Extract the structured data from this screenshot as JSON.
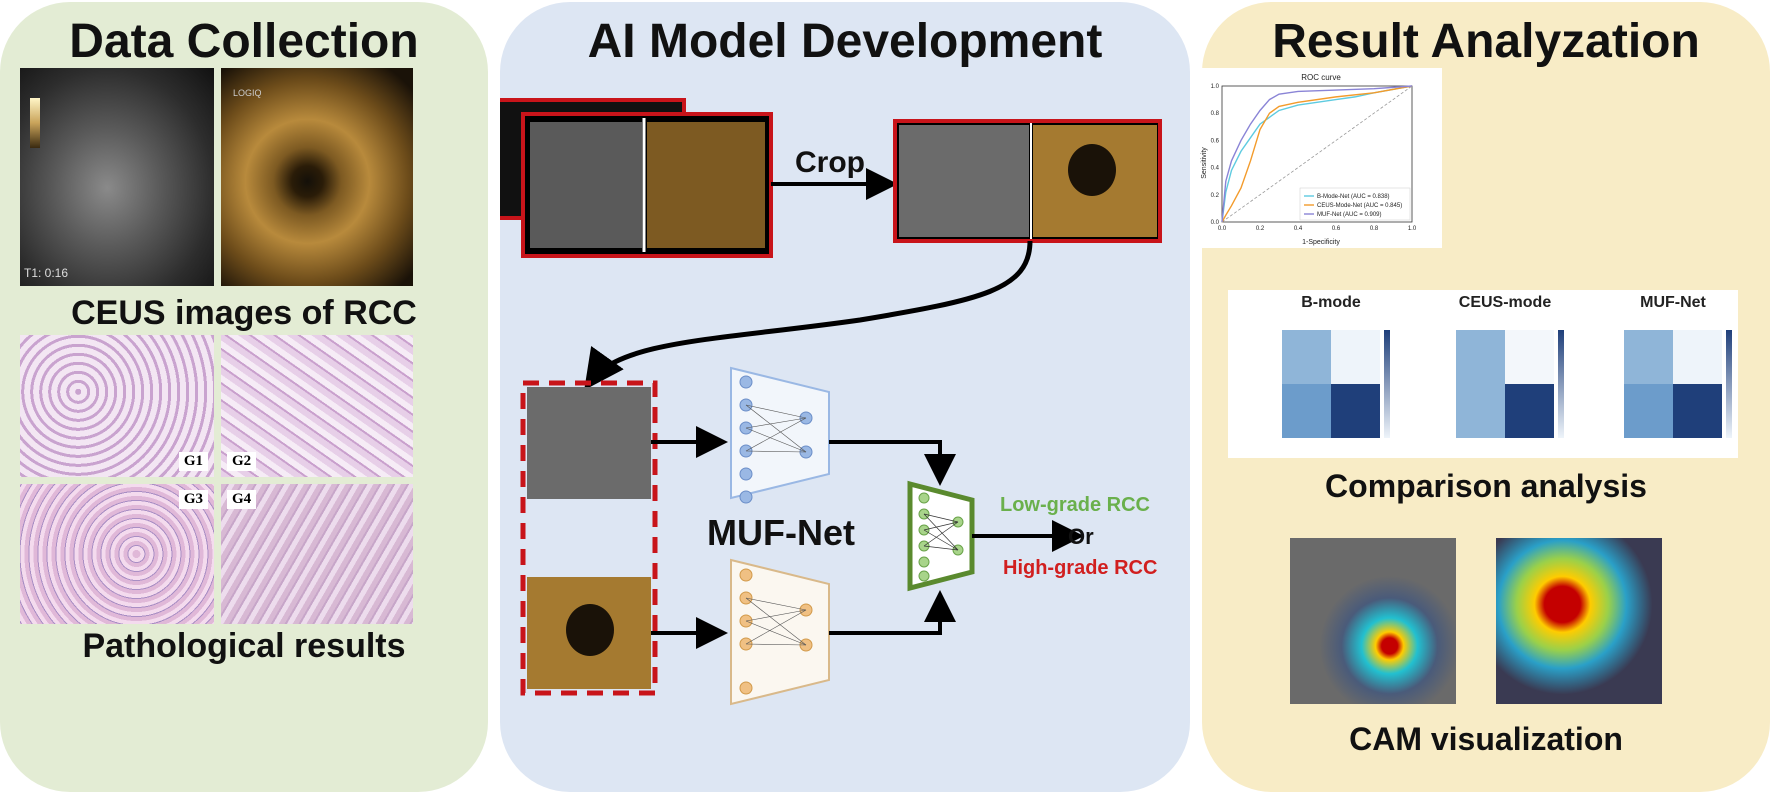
{
  "panels": {
    "data_collection": {
      "title": "Data Collection",
      "ceus_caption": "CEUS images of RCC",
      "patho_caption": "Pathological results",
      "bmode_timestamp": "T1: 0:16",
      "ceus_device": "LOGIQ",
      "grade_labels": [
        "G1",
        "G2",
        "G3",
        "G4"
      ]
    },
    "model_development": {
      "title": "AI Model Development",
      "crop_label": "Crop",
      "network_label": "MUF-Net",
      "output_low": "Low-grade RCC",
      "output_or": "Or",
      "output_high": "High-grade RCC",
      "colors": {
        "low": "#6ab04c",
        "high": "#d11f1f",
        "branch_top": "#9ab8e4",
        "branch_bottom": "#f0c083",
        "fusion": "#5a8a2e"
      }
    },
    "result_analysis": {
      "title": "Result Analyzation",
      "comparison_caption": "Comparison analysis",
      "cam_caption": "CAM visualization",
      "confusion_titles": [
        "B-mode",
        "CEUS-mode",
        "MUF-Net"
      ]
    }
  },
  "chart_data": {
    "type": "line",
    "title": "ROC curve",
    "xlabel": "1-Specificity",
    "ylabel": "Sensitivity",
    "xlim": [
      0,
      1
    ],
    "ylim": [
      0,
      1
    ],
    "ticks": [
      "0.0",
      "0.2",
      "0.4",
      "0.6",
      "0.8",
      "1.0"
    ],
    "legend_position": "bottom-right",
    "series": [
      {
        "name": "B-Mode-Net (AUC = 0.838)",
        "color": "#5ecbe0",
        "x": [
          0,
          0.02,
          0.05,
          0.1,
          0.15,
          0.2,
          0.3,
          0.4,
          0.5,
          0.6,
          0.7,
          0.8,
          1.0
        ],
        "y": [
          0,
          0.22,
          0.38,
          0.52,
          0.62,
          0.72,
          0.82,
          0.86,
          0.88,
          0.9,
          0.92,
          0.95,
          1.0
        ]
      },
      {
        "name": "CEUS-Mode-Net (AUC = 0.845)",
        "color": "#f39b2b",
        "x": [
          0,
          0.02,
          0.05,
          0.1,
          0.15,
          0.2,
          0.25,
          0.3,
          0.4,
          0.6,
          0.8,
          1.0
        ],
        "y": [
          0,
          0.05,
          0.12,
          0.25,
          0.45,
          0.68,
          0.8,
          0.85,
          0.88,
          0.92,
          0.95,
          1.0
        ]
      },
      {
        "name": "MUF-Net (AUC = 0.909)",
        "color": "#8a84d6",
        "x": [
          0,
          0.02,
          0.05,
          0.1,
          0.15,
          0.2,
          0.25,
          0.3,
          0.4,
          0.6,
          0.8,
          1.0
        ],
        "y": [
          0,
          0.3,
          0.45,
          0.6,
          0.72,
          0.82,
          0.9,
          0.94,
          0.96,
          0.97,
          0.98,
          1.0
        ]
      }
    ]
  }
}
